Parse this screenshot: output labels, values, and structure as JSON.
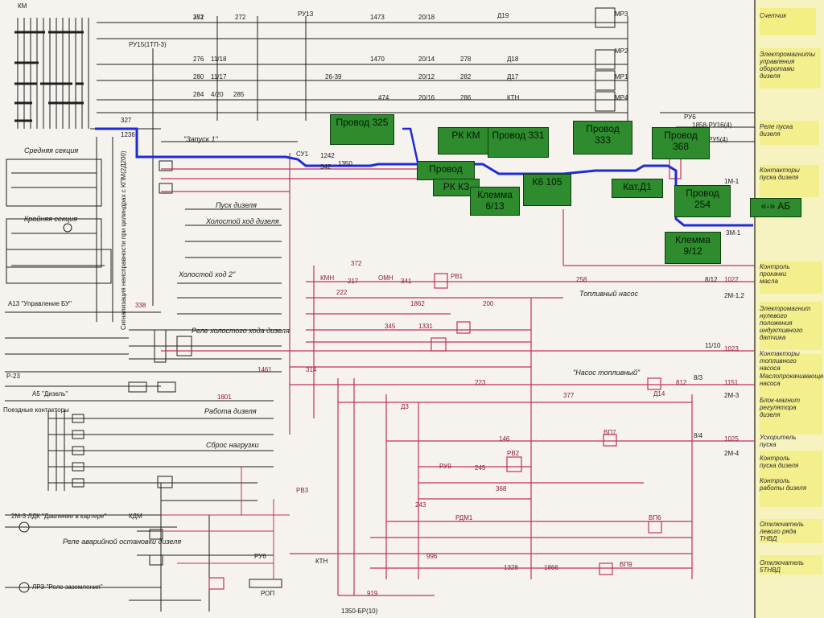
{
  "side_labels": [
    "Счетчик",
    "Электромагниты управления оборотами дизеля",
    "Реле пуска дизеля",
    "Контакторы пуска дизеля",
    "Контроль прокачки масла",
    "Электромагнит нулевого положения индуктивного датчика",
    "Контакторы топливного насоса",
    "Маслопрокачивающего насоса",
    "Блок-магнит регулятора дизеля",
    "Ускоритель пуска",
    "Контроль пуска дизеля",
    "Контроль работы дизеля",
    "Отключатель левого ряда ТНВД",
    "Отключатель 5ТНВД"
  ],
  "callouts": [
    {
      "id": "p325",
      "text": "Провод 325"
    },
    {
      "id": "rk",
      "text": "РК КМ"
    },
    {
      "id": "p331",
      "text": "Провод 331"
    },
    {
      "id": "p333",
      "text": "Провод 333"
    },
    {
      "id": "p368",
      "text": "Провод 368"
    },
    {
      "id": "prov",
      "text": "Провод"
    },
    {
      "id": "rkk",
      "text": "РК КЗ"
    },
    {
      "id": "kl613",
      "text": "Клемма 6/13"
    },
    {
      "id": "k6",
      "text": "К6 105"
    },
    {
      "id": "katd1",
      "text": "Кат.Д1"
    },
    {
      "id": "p254",
      "text": "Провод 254"
    },
    {
      "id": "ab",
      "text": "«-» АБ"
    },
    {
      "id": "kl912",
      "text": "Клемма 9/12"
    }
  ],
  "left_labels": {
    "km": "КМ",
    "middle": "Средняя секция",
    "extreme": "Крайняя секция",
    "upr": "А13 \"Управление БУ\"",
    "p23": "Р-23",
    "dizel": "А5 \"Дизель\"",
    "poezd": "Поездные контакторы",
    "davlenie": "2М-3 ЛДК \"Давление в картере\"",
    "ostanov": "Реле аварийной остановки дизеля",
    "zazem": "ЛРЗ \"Реле заземления\"",
    "signal": "Сигнализация неисправности при цилиндрах с КПМ(2Д200)"
  },
  "center_labels": {
    "zapusk": "\"Запуск 1\"",
    "pusk": "Пуск дизеля",
    "xx": "Холостой ход дизеля",
    "xx2": "Холостой ход 2\"",
    "rele_xx": "Реле холостого хода дизеля",
    "rabota": "Работа дизеля",
    "sbros": "Сброс нагрузки",
    "toplivny": "Топливный насос",
    "nasos": "\"Насос топливный\"",
    "n1350": "1350-БР(10)",
    "ru15": "РУ15(1ТП-3)",
    "ru13": "РУ13",
    "ru6": "РУ6",
    "ktn": "КТН",
    "su1": "СУ1",
    "kmn": "КМН",
    "omn": "ОМН",
    "rv1": "РВ1",
    "rv3": "РВ3",
    "ru9": "РУ9",
    "rv2": "РВ2",
    "rdm1": "РДМ1",
    "vp7": "ВП7",
    "vp6": "ВП6",
    "vp9": "ВП9",
    "d14": "Д14",
    "d3": "Д3",
    "rop": "РОП",
    "kdm": "КДМ"
  },
  "right_labels": {
    "mr3": "МР3",
    "mr2": "МР2",
    "mr1": "МР1",
    "mr4": "МР4",
    "ru6r": "РУ6",
    "ru16": "1858-РУ16(4)",
    "ru5": "РУ5(4)",
    "m1": "1М-1",
    "m3": "3М-1",
    "m12": "2М-1,2",
    "m23": "2М-3",
    "m24": "2М-4",
    "n1022": "1022",
    "n1023": "1023",
    "n1151": "1151",
    "n1025": "1025",
    "n8_12": "8/12",
    "n11_10": "11/10",
    "n8_3": "8/3",
    "n8_4": "8/4"
  },
  "wire_numbers": [
    "271",
    "272",
    "1473",
    "20/18",
    "Д19",
    "276",
    "11/18",
    "1470",
    "20/14",
    "278",
    "Д18",
    "280",
    "11/17",
    "26-39",
    "20/12",
    "282",
    "Д17",
    "284",
    "4/20",
    "285",
    "474",
    "20/16",
    "286",
    "КТН",
    "327",
    "1236",
    "1242",
    "342",
    "372",
    "217",
    "341",
    "258",
    "222",
    "1862",
    "200",
    "345",
    "1331",
    "338",
    "1461",
    "1801",
    "314",
    "223",
    "377",
    "812",
    "146",
    "243",
    "245",
    "368",
    "1328",
    "1866",
    "996",
    "919",
    "1350",
    "352"
  ],
  "colors": {
    "ink": "#1e1e1e",
    "pink": "#c2305e",
    "blue": "#1f2bd6",
    "green": "#2e8b2e",
    "yellow": "#f3ef7a"
  }
}
